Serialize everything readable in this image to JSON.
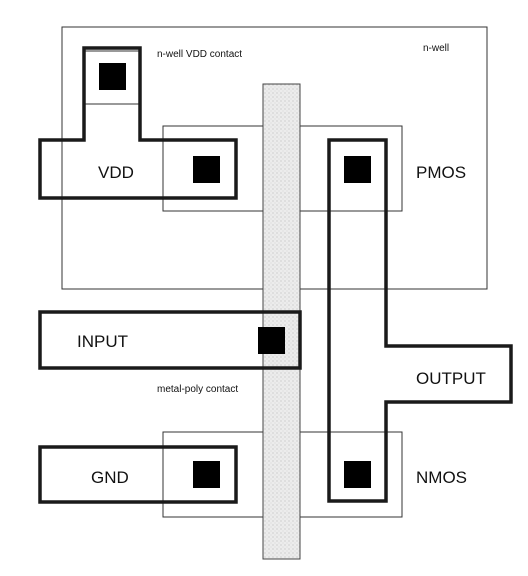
{
  "labels": {
    "nwell_contact": "n-well VDD contact",
    "nwell": "n-well",
    "vdd": "VDD",
    "pmos": "PMOS",
    "input": "INPUT",
    "metal_poly_contact": "metal-poly contact",
    "output": "OUTPUT",
    "gnd": "GND",
    "nmos": "NMOS"
  },
  "colors": {
    "metal_line": "#1a1a1a",
    "contact_fill": "#000000",
    "poly_fill": "#e4e4e4",
    "thin_line": "#333333"
  }
}
